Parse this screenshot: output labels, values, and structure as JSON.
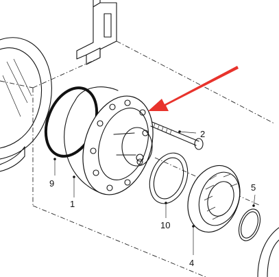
{
  "callouts": [
    {
      "id": "c9",
      "label": "9"
    },
    {
      "id": "c1",
      "label": "1"
    },
    {
      "id": "c2",
      "label": "2"
    },
    {
      "id": "c10",
      "label": "10"
    },
    {
      "id": "c4",
      "label": "4"
    },
    {
      "id": "c5",
      "label": "5"
    }
  ],
  "colors": {
    "pointer_arrow": "#e8332c",
    "line": "#111111",
    "background": "#ffffff"
  }
}
